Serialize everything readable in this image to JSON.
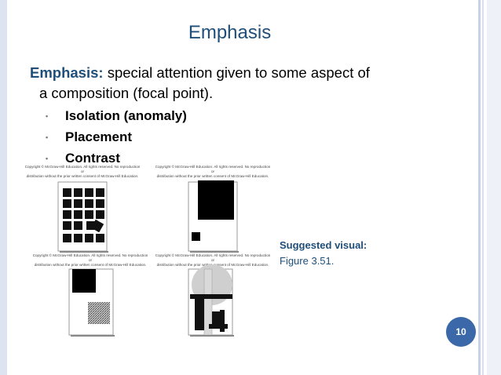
{
  "slide": {
    "title": "Emphasis",
    "intro_term": "Emphasis:",
    "intro_rest": " special attention given to some aspect of",
    "intro_line2": "a composition (focal point).",
    "bullets": [
      "Isolation (anomaly)",
      "Placement",
      "Contrast"
    ],
    "copyright_line1": "Copyright © McGraw-Hill Education.  All rights reserved.  No reproduction or",
    "copyright_line2": "distribution without the prior written consent of McGraw-Hill Education.",
    "suggested_heading": "Suggested visual:",
    "suggested_figure": "Figure 3.51.",
    "page_number": "10"
  },
  "colors": {
    "accent": "#1f4e79",
    "badge": "#3a68a8"
  }
}
